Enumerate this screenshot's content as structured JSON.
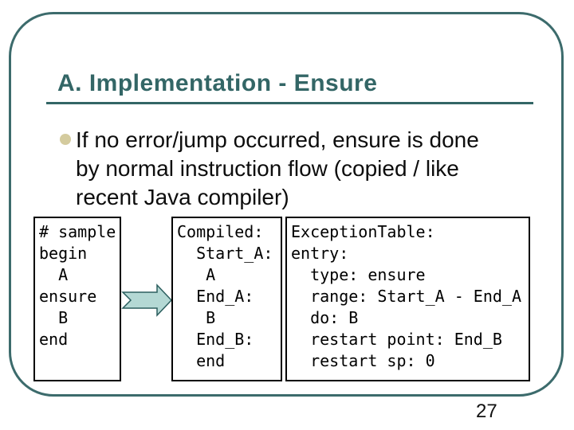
{
  "slide": {
    "title": "A. Implementation - Ensure",
    "page_number": "27",
    "bullet": {
      "lines": [
        "If no error/jump occurred, ensure is done",
        "by normal instruction flow (copied / like",
        "recent Java compiler)"
      ]
    },
    "boxes": {
      "source": {
        "code": "# sample\nbegin\n  A\nensure\n  B\nend"
      },
      "compiled": {
        "code": "Compiled:\n  Start_A:\n   A\n  End_A:\n   B\n  End_B:\n  end"
      },
      "exception_table": {
        "code": "ExceptionTable:\nentry:\n  type: ensure\n  range: Start_A - End_A\n  do: B\n  restart point: End_B\n  restart sp: 0"
      }
    },
    "colors": {
      "accent_teal": "#336666",
      "frame_teal": "#3c6b6c",
      "arrow_fill": "#b4d8d4",
      "arrow_stroke": "#2c5f5f",
      "bullet_fill": "#d4cb9e"
    }
  }
}
